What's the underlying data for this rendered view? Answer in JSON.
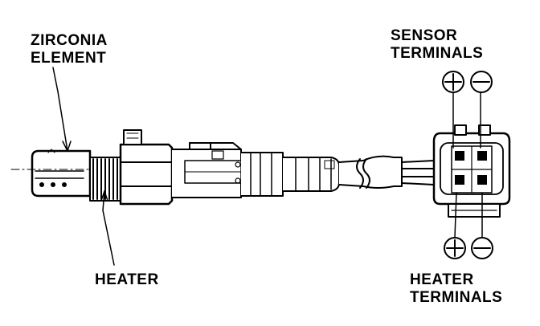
{
  "labels": {
    "zirconia_element": [
      "ZIRCONIA",
      "ELEMENT"
    ],
    "sensor_terminals": [
      "SENSOR",
      "TERMINALS"
    ],
    "heater": "HEATER",
    "heater_terminals": [
      "HEATER",
      "TERMINALS"
    ]
  },
  "symbols": {
    "plus": "plus-circle",
    "minus": "minus-circle"
  },
  "colors": {
    "ink": "#000000",
    "paper": "#ffffff"
  }
}
